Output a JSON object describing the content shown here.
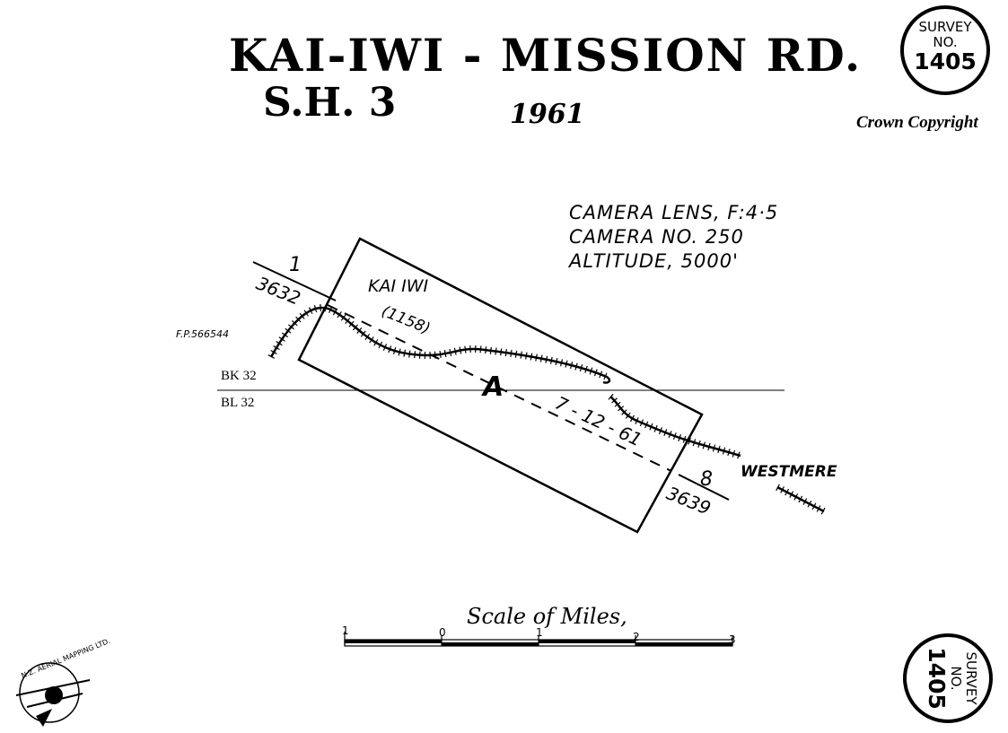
{
  "header": {
    "title_line1": "KAI-IWI - MISSION RD.",
    "title_line2": "S.H. 3",
    "year": "1961"
  },
  "survey_badge": {
    "line1": "SURVEY",
    "line2": "NO.",
    "number": "1405"
  },
  "copyright": "Crown Copyright",
  "camera_info": {
    "lens": "CAMERA LENS, F:4·5",
    "camera_no": "CAMERA NO. 250",
    "altitude": "ALTITUDE, 5000'"
  },
  "map": {
    "place_kai_iwi": "KAI IWI",
    "kai_iwi_number": "(1158)",
    "place_westmere": "WESTMERE",
    "run_letter": "A",
    "run_date": "7 - 12 - 61",
    "start_photo": {
      "number": "1",
      "ref": "3632"
    },
    "end_photo": {
      "number": "8",
      "ref": "3639"
    },
    "fp_label": "F.P.566544",
    "line_above_label": "BK 32",
    "line_below_label": "BL 32"
  },
  "scale_bar": {
    "title": "Scale of Miles,",
    "ticks": [
      "1",
      "0",
      "1",
      "2",
      "3"
    ]
  },
  "logo": {
    "text": "N.Z. AERIAL MAPPING LTD."
  }
}
